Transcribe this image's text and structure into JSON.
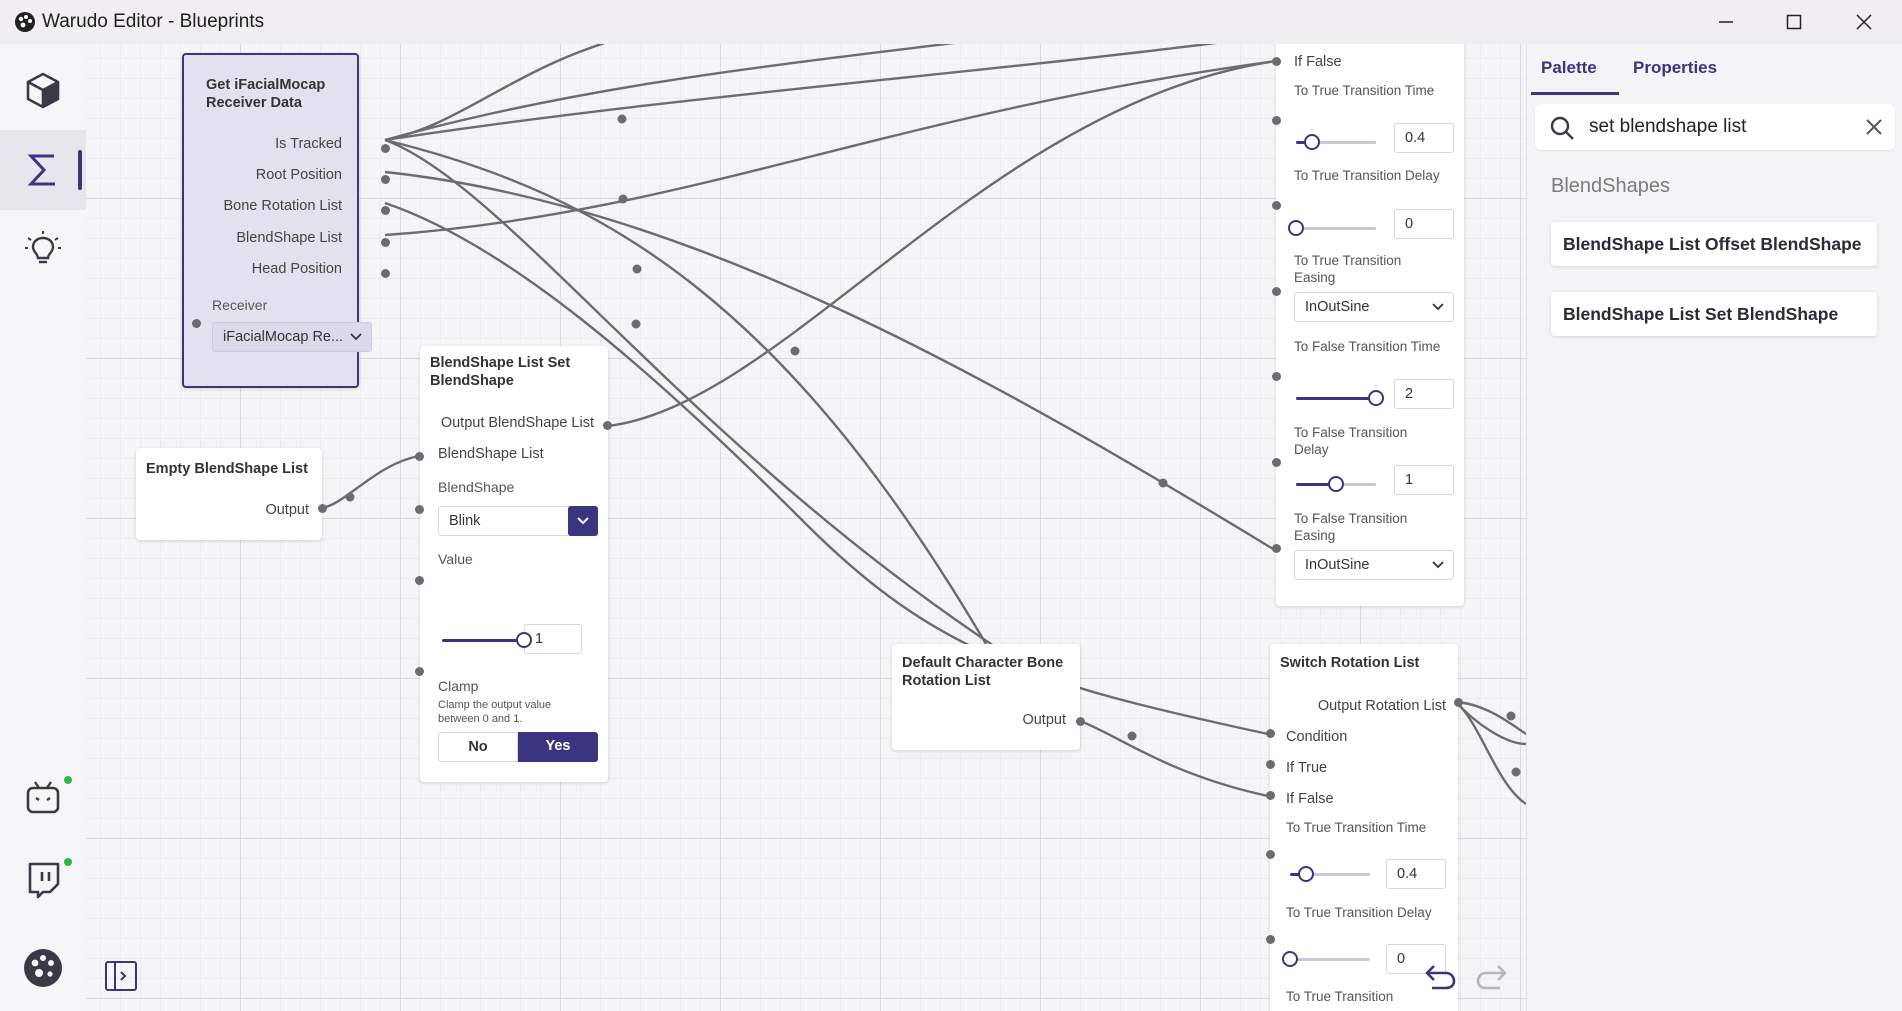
{
  "window": {
    "title": "Warudo Editor - Blueprints"
  },
  "sidebar": {
    "items": [
      {
        "name": "scene",
        "icon": "cube-icon"
      },
      {
        "name": "blueprints",
        "icon": "sigma-icon",
        "active": true
      },
      {
        "name": "ideas",
        "icon": "lightbulb-icon"
      },
      {
        "name": "bilibili",
        "icon": "tv-icon",
        "status": "online"
      },
      {
        "name": "twitch",
        "icon": "twitch-icon",
        "status": "online"
      },
      {
        "name": "warudo",
        "icon": "palette-icon"
      }
    ]
  },
  "nodes": {
    "get_ifacial": {
      "title": "Get iFacialMocap Receiver Data",
      "outputs": [
        "Is Tracked",
        "Root Position",
        "Bone Rotation List",
        "BlendShape List",
        "Head Position"
      ],
      "receiver_label": "Receiver",
      "receiver_value": "iFacialMocap Re..."
    },
    "empty_list": {
      "title": "Empty BlendShape List",
      "output": "Output"
    },
    "set_blendshape": {
      "title": "BlendShape List Set BlendShape",
      "output": "Output BlendShape List",
      "input_list": "BlendShape List",
      "blendshape_label": "BlendShape",
      "blendshape_value": "Blink",
      "value_label": "Value",
      "value": "1",
      "value_fraction": 1.0,
      "clamp_label": "Clamp",
      "clamp_desc": "Clamp the output value between 0 and 1.",
      "clamp_no": "No",
      "clamp_yes": "Yes",
      "clamp_selected": "Yes"
    },
    "switch_top": {
      "if_false": "If False",
      "true_time_label": "To True Transition Time",
      "true_time": "0.4",
      "true_time_fraction": 0.2,
      "true_delay_label": "To True Transition Delay",
      "true_delay": "0",
      "true_delay_fraction": 0.0,
      "true_easing_label": "To True Transition Easing",
      "true_easing": "InOutSine",
      "false_time_label": "To False Transition Time",
      "false_time": "2",
      "false_time_fraction": 1.0,
      "false_delay_label": "To False Transition Delay",
      "false_delay": "1",
      "false_delay_fraction": 0.5,
      "false_easing_label": "To False Transition Easing",
      "false_easing": "InOutSine"
    },
    "default_bone": {
      "title": "Default Character Bone Rotation List",
      "output": "Output"
    },
    "switch_rotation": {
      "title": "Switch Rotation List",
      "output": "Output Rotation List",
      "condition": "Condition",
      "if_true": "If True",
      "if_false": "If False",
      "true_time_label": "To True Transition Time",
      "true_time": "0.4",
      "true_time_fraction": 0.2,
      "true_delay_label": "To True Transition Delay",
      "true_delay": "0",
      "true_delay_fraction": 0.0,
      "next_label": "To True Transition"
    }
  },
  "panel": {
    "tabs": [
      "Palette",
      "Properties"
    ],
    "active_tab": "Palette",
    "search": {
      "value": "set blendshape list"
    },
    "category": "BlendShapes",
    "items": [
      "BlendShape List Offset BlendShape",
      "BlendShape List Set BlendShape"
    ]
  },
  "colors": {
    "accent": "#3b3580",
    "wire": "#6b6b72",
    "online": "#2fb54a"
  }
}
